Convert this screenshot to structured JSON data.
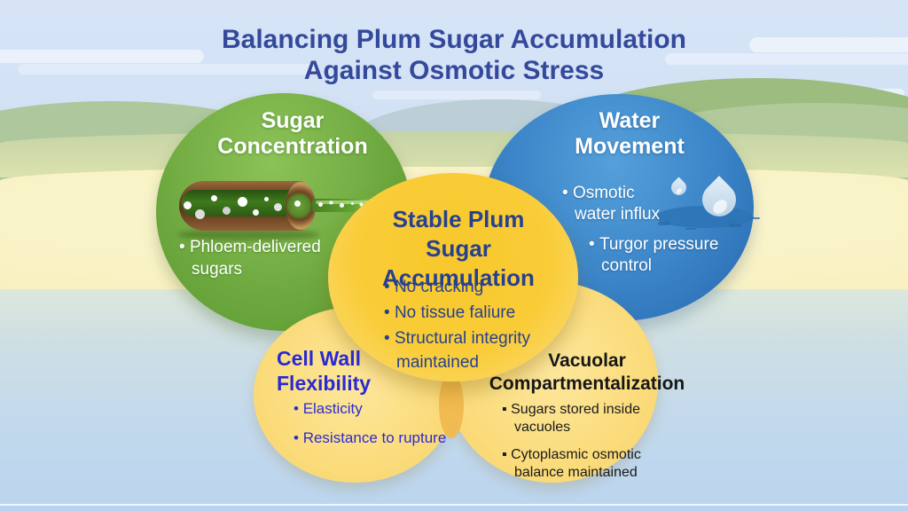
{
  "title": {
    "lines": [
      "Balancing Plum Sugar Accumulation",
      "Against Osmotic Stress"
    ],
    "color": "#35499c"
  },
  "venn": {
    "sugar_concentration": {
      "heading_lines": [
        "Sugar",
        "Concentration"
      ],
      "bullets": [
        "Phloem-delivered sugars"
      ],
      "fill": "#6faa40",
      "text_color": "#ffffff",
      "icon": "phloem-tube-icon"
    },
    "water_movement": {
      "heading_lines": [
        "Water",
        "Movement"
      ],
      "bullets": [
        "Osmotic water influx",
        "Turgor pressure control"
      ],
      "fill": "#3b86c8",
      "text_color": "#ffffff",
      "icon": "water-drops-icon"
    },
    "stable_plum_sugar_accumulation": {
      "heading_lines": [
        "Stable Plum",
        "Sugar Accumulation"
      ],
      "bullets": [
        "No cracking",
        "No tissue faliure",
        "Structural integrity maintained"
      ],
      "fill": "#f9ca31",
      "text_color": "#27418f"
    },
    "cell_wall_flexibility": {
      "heading_lines": [
        "Cell Wall",
        "Flexibility"
      ],
      "bullets": [
        "Elasticity",
        "Resistance to rupture"
      ],
      "fill": "#fbdc7d",
      "text_color": "#2a2ad2"
    },
    "vacuolar_compartmentalization": {
      "heading_lines": [
        "Vacuolar",
        "Compartmentalization"
      ],
      "bullets": [
        "Sugars stored inside vacuoles",
        "Cytoplasmic osmotic balance maintained"
      ],
      "fill": "#fbdc7d",
      "text_color": "#161616"
    }
  }
}
